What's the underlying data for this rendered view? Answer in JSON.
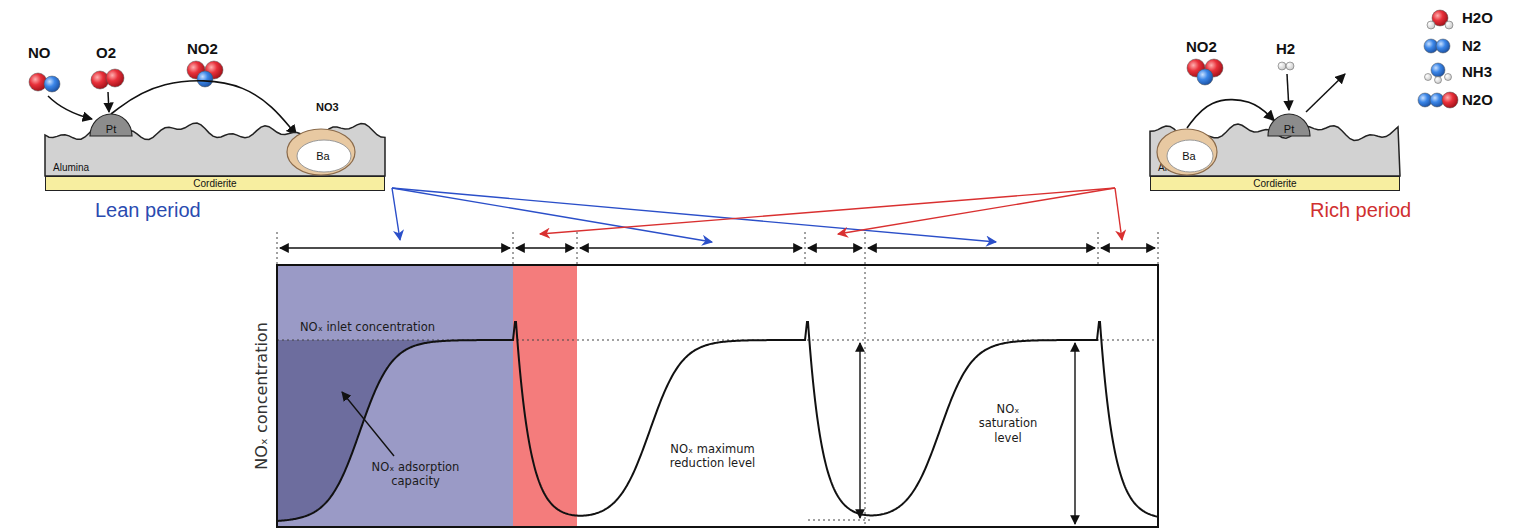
{
  "diagram": {
    "nodes": [
      {
        "text": [
          "Alumina"
        ]
      },
      {
        "text": [
          "Cordierite"
        ]
      },
      {
        "text": [
          "Pt"
        ]
      },
      {
        "text": [
          "Ba"
        ]
      },
      {
        "text": [
          "Alumina"
        ]
      },
      {
        "text": [
          "Cordierite"
        ]
      },
      {
        "text": [
          "Pt"
        ]
      },
      {
        "text": [
          "Ba"
        ]
      }
    ],
    "edges": [
      {
        "from": 2,
        "to": 3,
        "arrow": "to"
      },
      {
        "from": 7,
        "to": 6,
        "arrow": "to"
      }
    ],
    "labels": [
      "NO",
      "O2",
      "NO2",
      "NO3",
      "Lean period",
      "NO2",
      "H2",
      "H2O",
      "N2",
      "NH3",
      "N2O",
      "Rich period",
      "NOₓ concentration",
      "NOₓ inlet concentration",
      "NOₓ adsorption capacity",
      "NOₓ maximum reduction level",
      "NOₓ saturation level"
    ]
  }
}
